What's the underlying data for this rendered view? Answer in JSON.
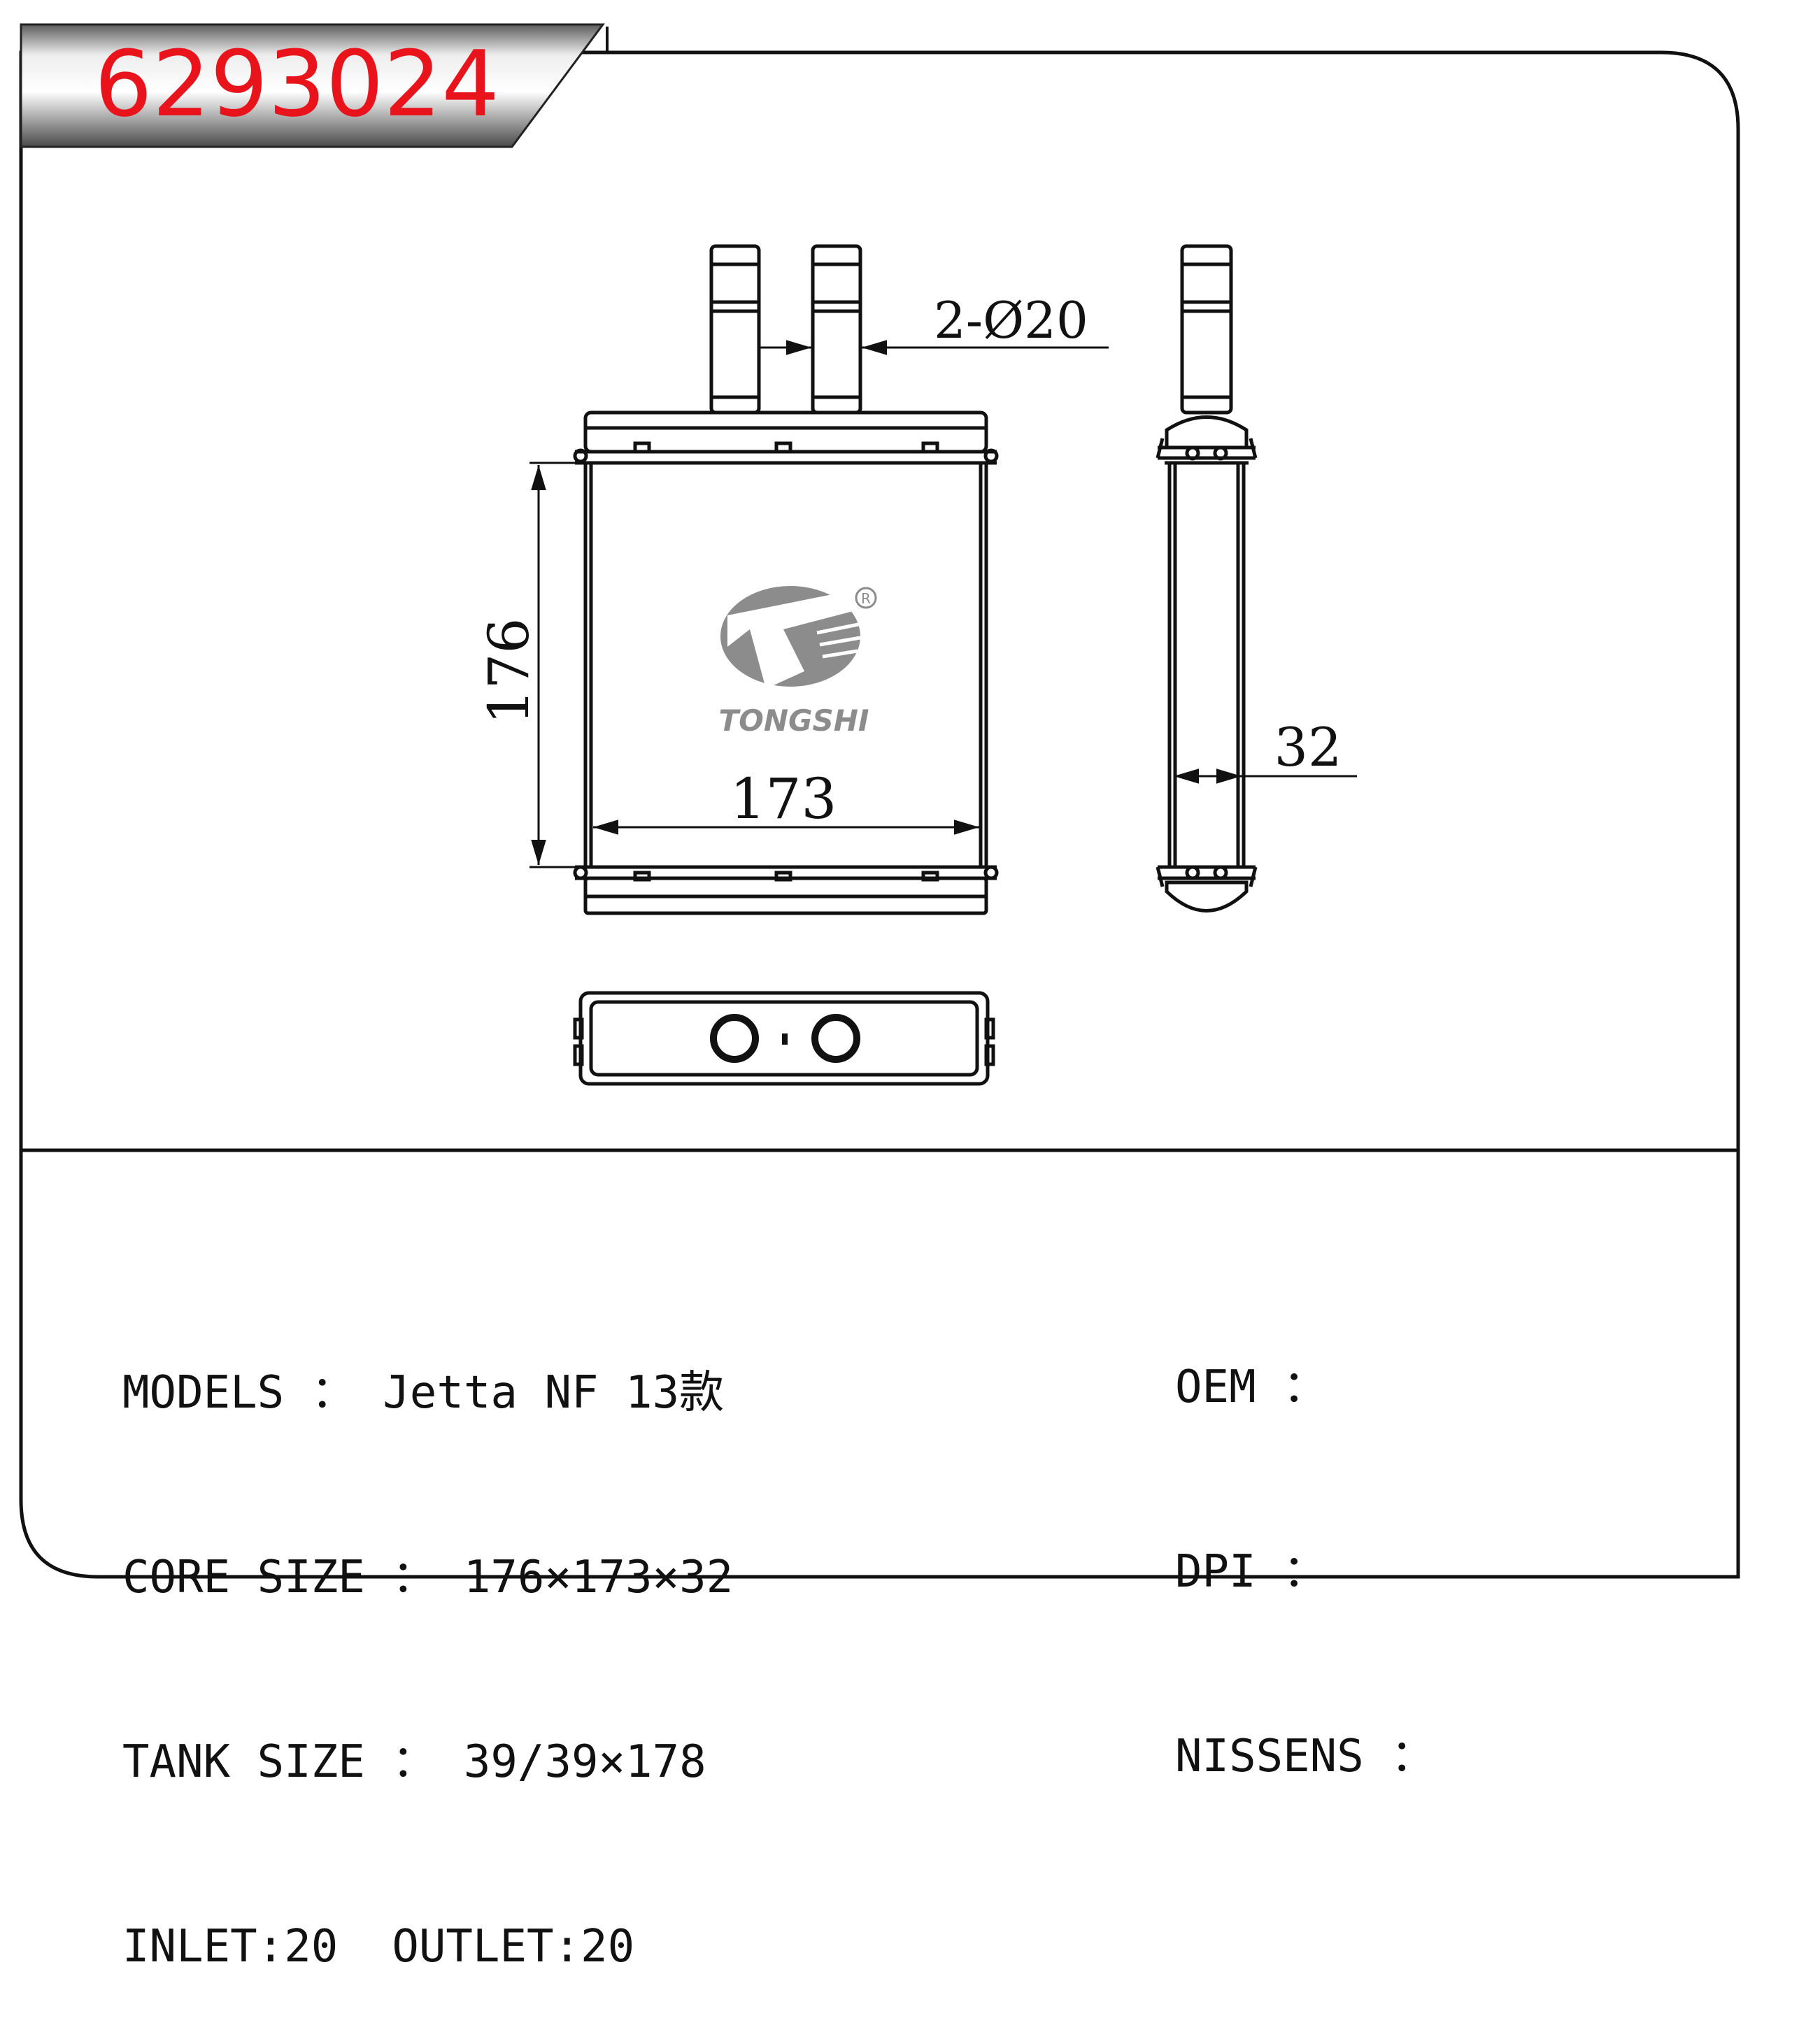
{
  "part_number": "6293024",
  "brand": {
    "name": "TONGSHI",
    "registered_mark": "R"
  },
  "dimensions": {
    "inlet_outlet": "2-Ø20",
    "height": "176",
    "width": "173",
    "depth": "32"
  },
  "specs_left": [
    {
      "label": "MODELS",
      "sep": " ： ",
      "value": "Jetta NF 13款"
    },
    {
      "label": "CORE SIZE",
      "sep": " ： ",
      "value": "176×173×32"
    },
    {
      "label": "TANK SIZE",
      "sep": " ： ",
      "value": "39/39×178"
    },
    {
      "label": "INLET:20",
      "sep": "  ",
      "value": "OUTLET:20"
    }
  ],
  "specs_right": [
    {
      "label": "OEM",
      "sep": " ：",
      "value": ""
    },
    {
      "label": "DPI",
      "sep": " ：",
      "value": ""
    },
    {
      "label": "NISSENS",
      "sep": " ：",
      "value": ""
    }
  ],
  "colors": {
    "part_number": "#e8131b",
    "line": "#111111",
    "logo": "#8c8c8c"
  }
}
